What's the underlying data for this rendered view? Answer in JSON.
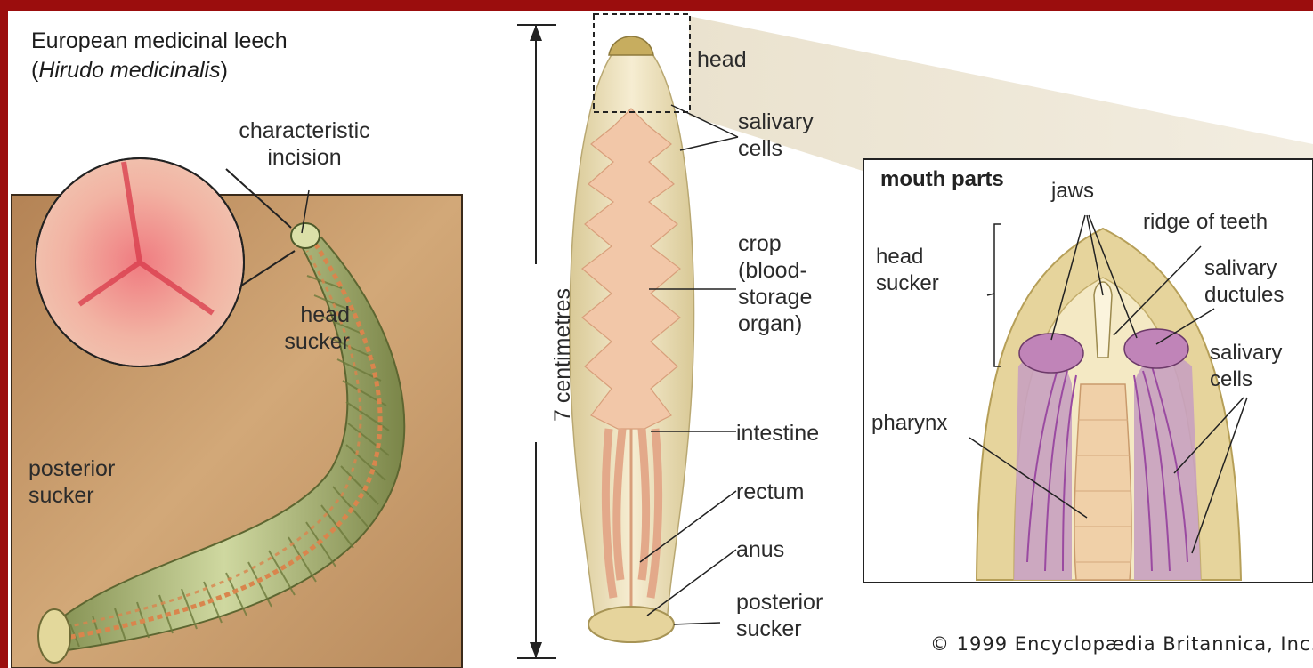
{
  "left_panel": {
    "title_line1": "European medicinal leech",
    "title_paren_open": "(",
    "title_species": "Hirudo medicinalis",
    "title_paren_close": ")",
    "label_incision": "characteristic incision",
    "label_head_sucker": "head sucker",
    "label_posterior_sucker": "posterior sucker"
  },
  "middle_panel": {
    "scale_label": "7 centimetres",
    "label_head": "head",
    "label_salivary_cells": "salivary cells",
    "label_crop": "crop (blood-storage organ)",
    "label_intestine": "intestine",
    "label_rectum": "rectum",
    "label_anus": "anus",
    "label_posterior_sucker": "posterior sucker"
  },
  "inset": {
    "title": "mouth parts",
    "label_jaws": "jaws",
    "label_ridge": "ridge of teeth",
    "label_head_sucker": "head sucker",
    "label_salivary_ductules": "salivary ductules",
    "label_salivary_cells": "salivary cells",
    "label_pharynx": "pharynx"
  },
  "copyright": "© 1999 Encyclopædia Britannica, Inc.",
  "colors": {
    "slide_border": "#9b0d0d",
    "wood": "#c89d6e",
    "leech_green": "#a9b877",
    "leech_orange": "#d9854d",
    "body_cream": "#efe4bf",
    "crop_pink": "#f2c7a8",
    "inset_tan": "#e6d49c",
    "salivary_purple": "#9a4aa1"
  }
}
